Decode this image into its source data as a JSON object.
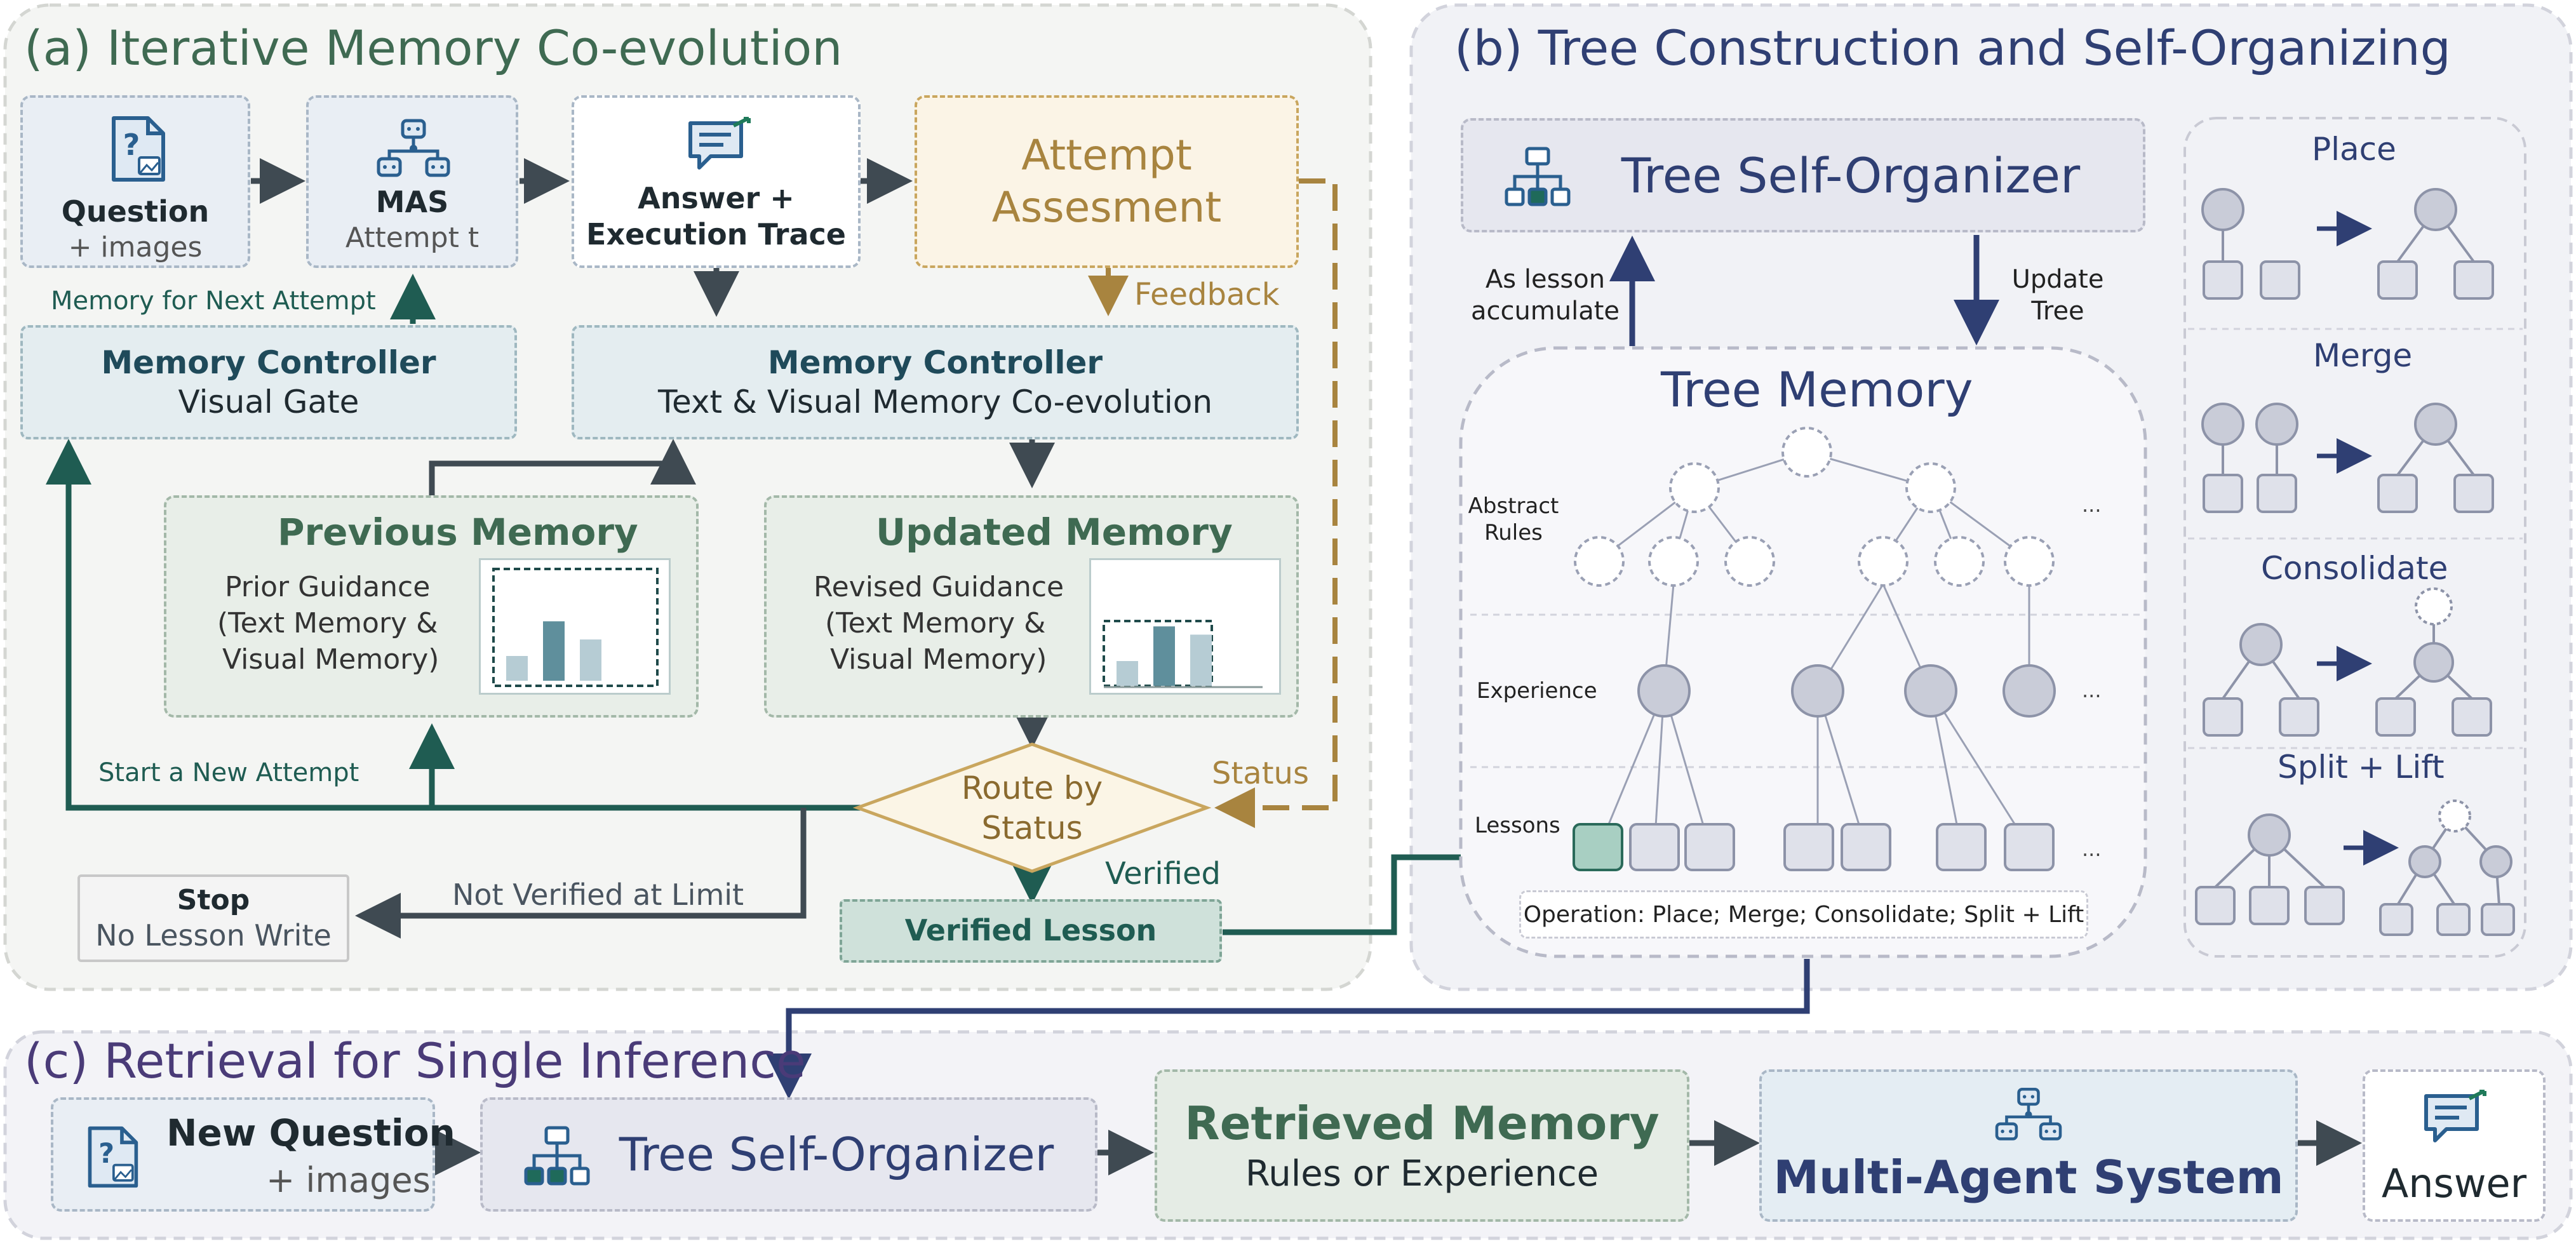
{
  "panel_a": {
    "title": "(a) Iterative Memory Co-evolution",
    "question": {
      "title": "Question",
      "sub": "+ images"
    },
    "mas": {
      "title": "MAS",
      "sub": "Attempt t"
    },
    "answer": {
      "line1": "Answer +",
      "line2": "Execution Trace"
    },
    "assessment": {
      "line1": "Attempt",
      "line2": "Assesment"
    },
    "memory_next": "Memory for Next Attempt",
    "feedback": "Feedback",
    "controller_left": {
      "title": "Memory Controller",
      "sub": "Visual Gate"
    },
    "controller_right": {
      "title": "Memory Controller",
      "sub": "Text & Visual Memory Co-evolution"
    },
    "previous": {
      "title": "Previous Memory",
      "l1": "Prior Guidance",
      "l2": "(Text Memory &",
      "l3": "Visual Memory)"
    },
    "updated": {
      "title": "Updated Memory",
      "l1": "Revised Guidance",
      "l2": "(Text Memory &",
      "l3": "Visual Memory)"
    },
    "start_new": "Start a New Attempt",
    "route": {
      "l1": "Route by",
      "l2": "Status"
    },
    "status": "Status",
    "verified": "Verified",
    "verified_lesson": "Verified Lesson",
    "not_verified": "Not Verified at Limit",
    "stop": {
      "title": "Stop",
      "sub": "No Lesson Write"
    },
    "chart_prev": [
      0.3,
      0.72,
      0.5
    ],
    "chart_upd": [
      0.3,
      0.72,
      0.62
    ]
  },
  "panel_b": {
    "title": "(b) Tree Construction and Self-Organizing",
    "organizer": "Tree Self-Organizer",
    "as_lesson": {
      "l1": "As lesson",
      "l2": "accumulate"
    },
    "update_tree": {
      "l1": "Update",
      "l2": "Tree"
    },
    "tree_memory": "Tree Memory",
    "abstract_rules": {
      "l1": "Abstract",
      "l2": "Rules"
    },
    "experience": "Experience",
    "lessons": "Lessons",
    "ellipsis": "...",
    "operation": "Operation: Place; Merge; Consolidate; Split + Lift",
    "ops": [
      "Place",
      "Merge",
      "Consolidate",
      "Split + Lift"
    ]
  },
  "panel_c": {
    "title": "(c) Retrieval for Single Inference",
    "new_question": {
      "title": "New Question",
      "sub": "+ images"
    },
    "organizer": "Tree Self-Organizer",
    "retrieved": {
      "title": "Retrieved Memory",
      "sub": "Rules or Experience"
    },
    "mas": "Multi-Agent System",
    "answer": "Answer"
  },
  "colors": {
    "green": "#3f6a52",
    "teal": "#1f5c52",
    "navy": "#2f3f73",
    "gold": "#a8843f",
    "purple": "#4a3b78",
    "dark": "#3f4a52"
  },
  "icons": [
    "document-question-icon",
    "robot-network-icon",
    "chat-bubble-icon",
    "tree-hierarchy-icon"
  ]
}
